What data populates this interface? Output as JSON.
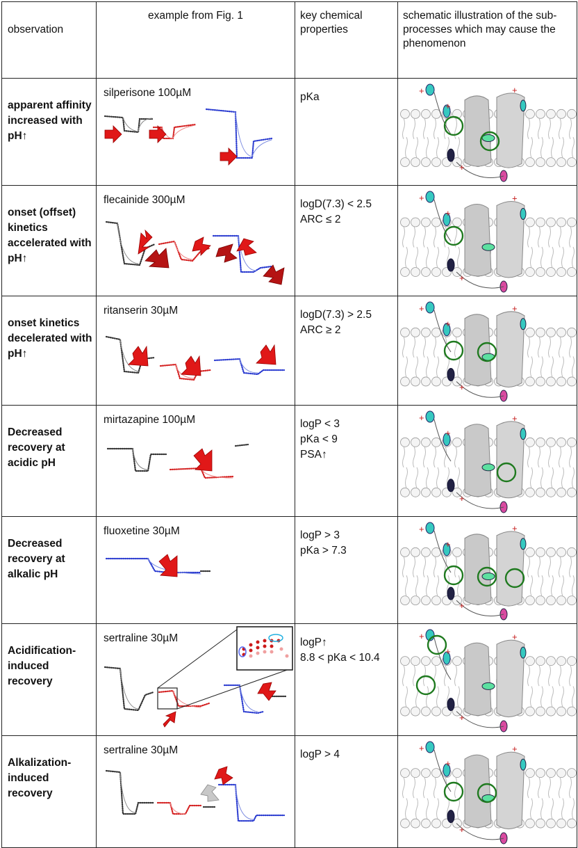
{
  "header": {
    "col_observation": "observation",
    "col_example": "example from Fig. 1",
    "col_properties": "key chemical properties",
    "col_schematic": "schematic illustration of the sub-processes which may cause the phenomenon"
  },
  "rows": [
    {
      "observation": "apparent affinity increased with pH↑",
      "example": "silperisone  100µM",
      "properties": [
        "pKa"
      ]
    },
    {
      "observation": "onset (offset) kinetics accelerated with pH↑",
      "example": "flecainide  300µM",
      "properties": [
        "logD(7.3) < 2.5",
        "ARC ≤ 2"
      ]
    },
    {
      "observation": "onset kinetics decelerated with pH↑",
      "example": "ritanserin  30µM",
      "properties": [
        "logD(7.3) > 2.5",
        "ARC ≥ 2"
      ]
    },
    {
      "observation": "Decreased recovery at acidic pH",
      "example": "mirtazapine  100µM",
      "properties": [
        "logP < 3",
        "pKa < 9",
        "PSA↑"
      ]
    },
    {
      "observation": "Decreased recovery at alkalic pH",
      "example": "fluoxetine  30µM",
      "properties": [
        "logP > 3",
        "pKa > 7.3"
      ]
    },
    {
      "observation": "Acidification-induced recovery",
      "example": "sertraline  30µM",
      "properties": [
        "logP↑",
        "8.8 < pKa < 10.4"
      ]
    },
    {
      "observation": "Alkalization-induced recovery",
      "example": "sertraline  30µM",
      "properties": [
        "logP > 4"
      ]
    }
  ],
  "colors": {
    "black_trace": "#333333",
    "red_trace": "#d42020",
    "blue_trace": "#2a3bd0",
    "arrow_red": "#e01818",
    "arrow_gray": "#c8c8c8",
    "highlight_green": "#1f7a1f"
  }
}
